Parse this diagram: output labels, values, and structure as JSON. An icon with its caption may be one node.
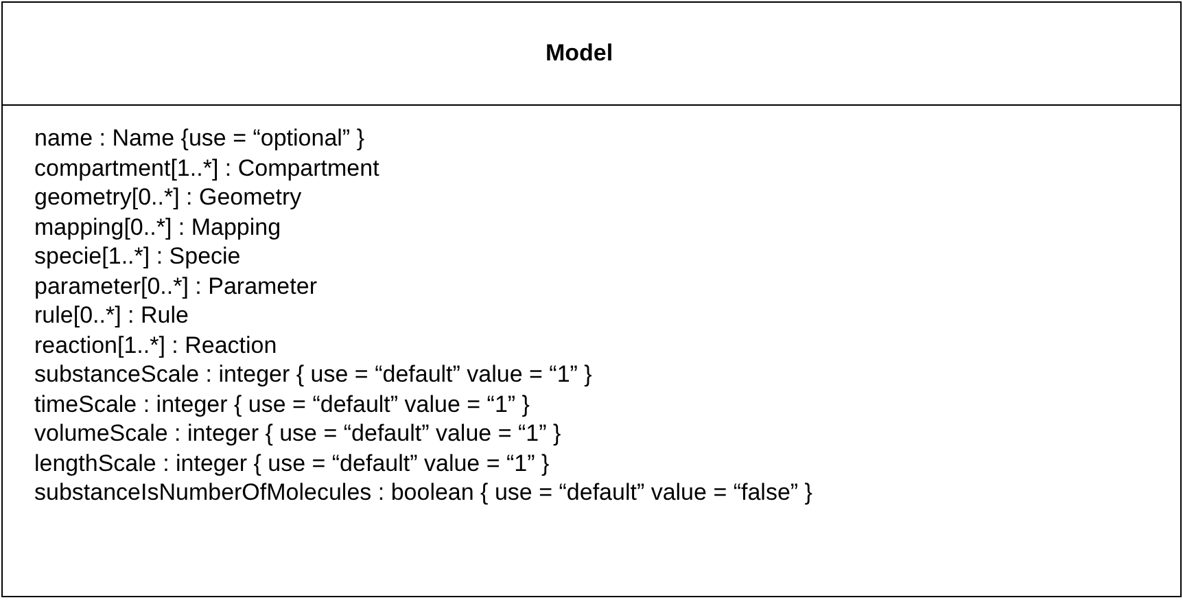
{
  "diagram": {
    "nodes": [
      {
        "text": [
          "Model",
          "name : Name {use = “optional” }",
          "compartment[1..*] : Compartment",
          "geometry[0..*] : Geometry",
          "mapping[0..*] : Mapping",
          "specie[1..*] : Specie",
          "parameter[0..*] : Parameter",
          "rule[0..*] : Rule",
          "reaction[1..*] : Reaction",
          "substanceScale : integer { use = “default” value = “1” }",
          "timeScale : integer { use = “default” value = “1” }",
          "volumeScale : integer { use = “default” value = “1” }",
          "lengthScale : integer { use = “default” value = “1” }",
          "substanceIsNumberOfMolecules : boolean { use = “default” value = “false” }"
        ]
      }
    ]
  }
}
